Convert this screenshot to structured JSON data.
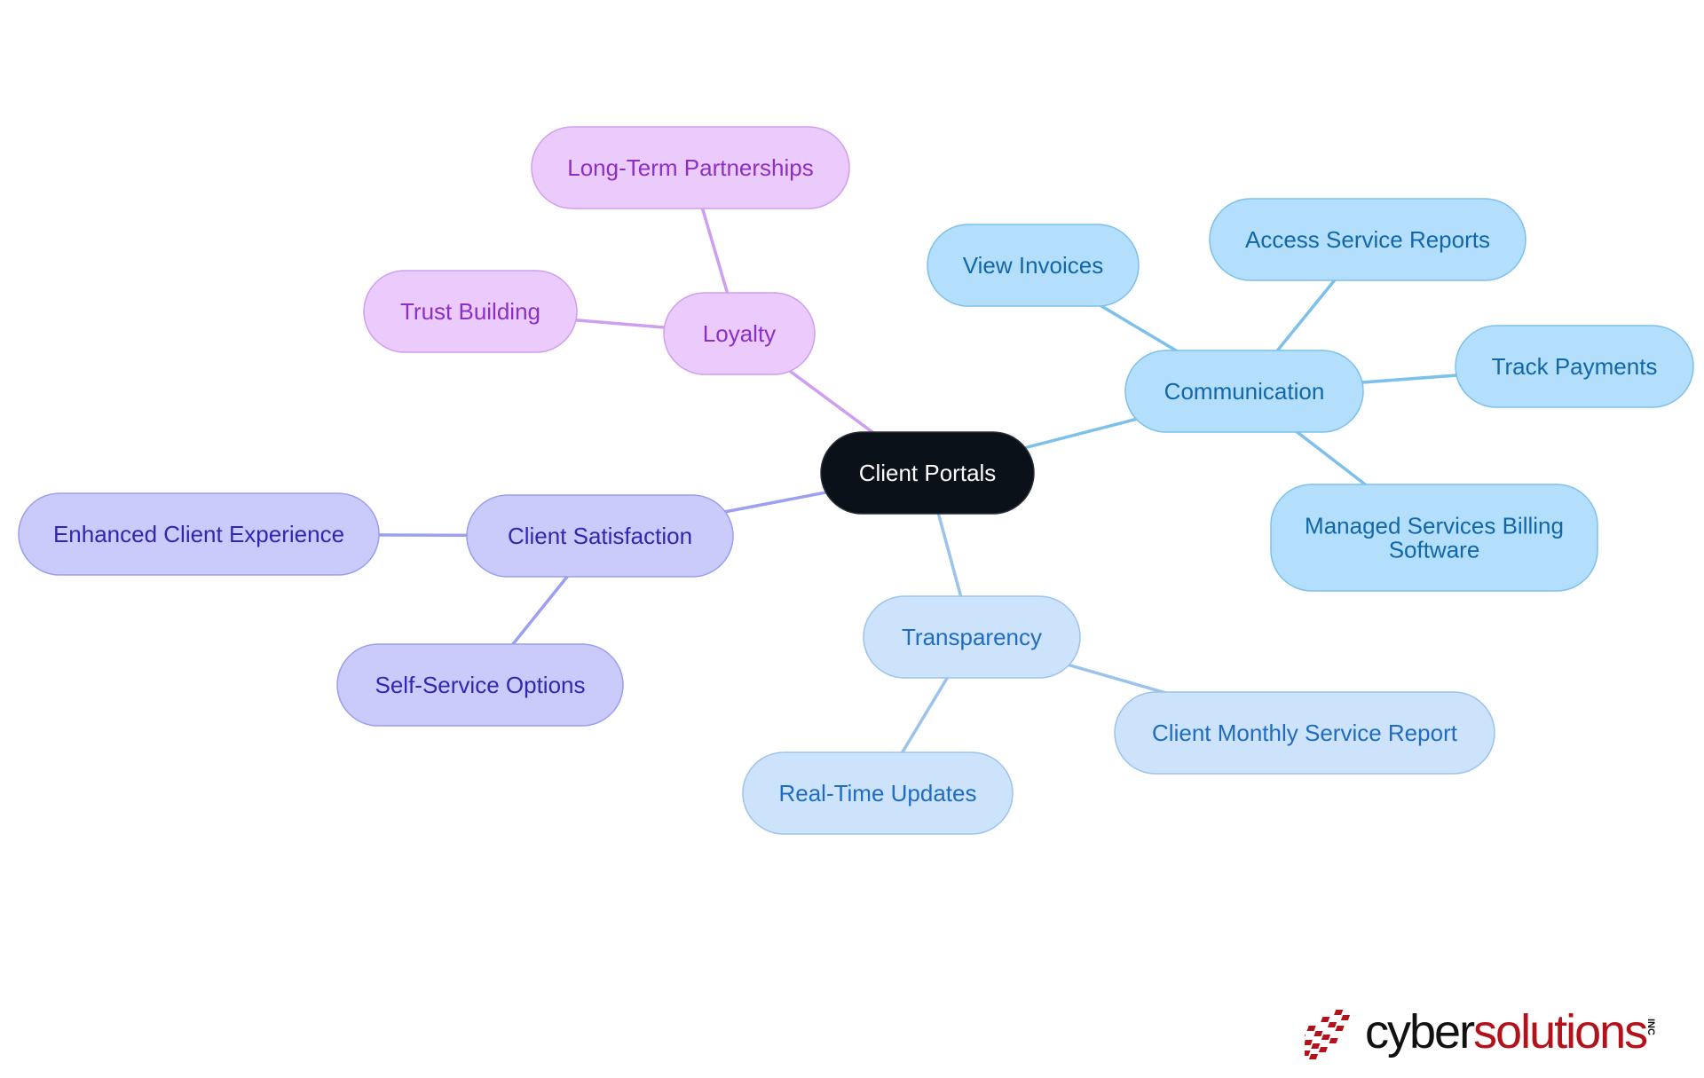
{
  "diagram": {
    "root": {
      "id": "root",
      "label": "Client Portals",
      "fill": "#0b1119",
      "stroke": "#2a2f36",
      "text": "#ffffff"
    },
    "branches": [
      {
        "id": "communication",
        "label": "Communication",
        "fill": "#b3dffc",
        "stroke": "#7cc0ec",
        "text": "#1267a8",
        "edge": "#7cc0ec",
        "children": [
          {
            "id": "view-invoices",
            "label": "View Invoices"
          },
          {
            "id": "access-service-reports",
            "label": "Access Service Reports"
          },
          {
            "id": "track-payments",
            "label": "Track Payments"
          },
          {
            "id": "managed-services-billing-software",
            "label": "Managed Services Billing Software"
          }
        ]
      },
      {
        "id": "loyalty",
        "label": "Loyalty",
        "fill": "#ebcbfc",
        "stroke": "#d09ef0",
        "text": "#8c2fc4",
        "edge": "#cf9ef0",
        "children": [
          {
            "id": "long-term-partnerships",
            "label": "Long-Term Partnerships"
          },
          {
            "id": "trust-building",
            "label": "Trust Building"
          }
        ]
      },
      {
        "id": "client-satisfaction",
        "label": "Client Satisfaction",
        "fill": "#cacbfb",
        "stroke": "#9b9df0",
        "text": "#3226b0",
        "edge": "#9ca0ee",
        "children": [
          {
            "id": "enhanced-client-experience",
            "label": "Enhanced Client Experience"
          },
          {
            "id": "self-service-options",
            "label": "Self-Service Options"
          }
        ]
      },
      {
        "id": "transparency",
        "label": "Transparency",
        "fill": "#cde2fb",
        "stroke": "#9cc3ec",
        "text": "#1f6cc0",
        "edge": "#9cc3ec",
        "children": [
          {
            "id": "client-monthly-service-report",
            "label": "Client Monthly Service Report"
          },
          {
            "id": "real-time-updates",
            "label": "Real-Time Updates"
          }
        ]
      }
    ]
  },
  "logo": {
    "brand_part1": "cyber",
    "brand_part2": "solutions",
    "suffix": "INC",
    "mark_color": "#b3121a"
  }
}
